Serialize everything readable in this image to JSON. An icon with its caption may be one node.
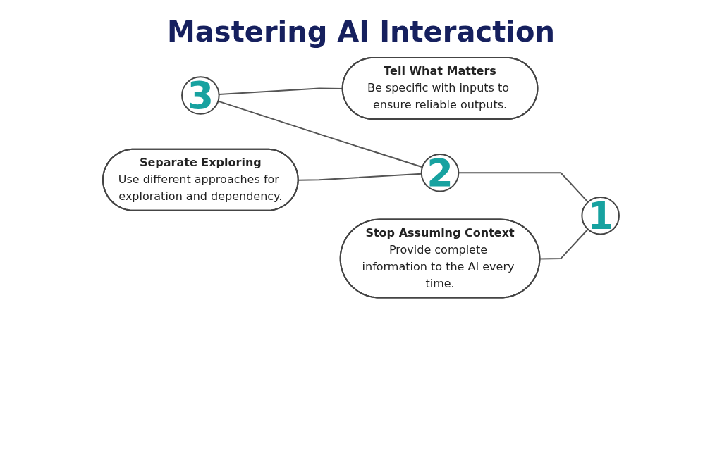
{
  "diagram": {
    "title": "Mastering AI Interaction",
    "nodes": [
      {
        "text": [
          "3"
        ]
      },
      {
        "text": [
          "Tell What Matters",
          "Be specific with inputs to ensure reliable outputs."
        ]
      },
      {
        "text": [
          "Separate Exploring",
          "Use different approaches for exploration and dependency."
        ]
      },
      {
        "text": [
          "2"
        ]
      },
      {
        "text": [
          "Stop Assuming Context",
          "Provide complete information to the AI every time."
        ]
      },
      {
        "text": [
          "1"
        ]
      }
    ],
    "edges": [
      {
        "from": 0,
        "to": 1,
        "arrow": "none"
      },
      {
        "from": 0,
        "to": 3,
        "arrow": "none"
      },
      {
        "from": 2,
        "to": 3,
        "arrow": "none"
      },
      {
        "from": 3,
        "to": 5,
        "arrow": "none"
      },
      {
        "from": 4,
        "to": 5,
        "arrow": "none"
      }
    ]
  }
}
